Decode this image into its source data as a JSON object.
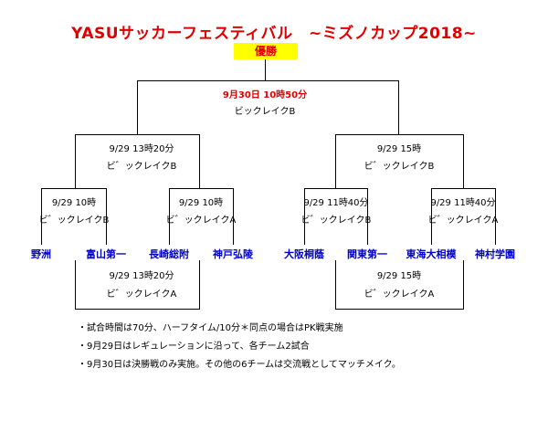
{
  "title": "YASUサッカーフェスティバル　~ミズノカップ2018~",
  "champion": "優勝",
  "final": {
    "datetime": "9月30日 10時50分",
    "venue": "ビックレイクB"
  },
  "semis": [
    {
      "datetime": "9/29 13時20分",
      "venue": "ビ゛ックレイクB"
    },
    {
      "datetime": "9/29 15時",
      "venue": "ビ゛ックレイクB"
    }
  ],
  "quarters": [
    {
      "datetime": "9/29 10時",
      "venue": "ビ゛ックレイクB"
    },
    {
      "datetime": "9/29 10時",
      "venue": "ビ゛ックレイクA"
    },
    {
      "datetime": "9/29 11時40分",
      "venue": "ビ゛ックレイクB"
    },
    {
      "datetime": "9/29 11時40分",
      "venue": "ビ゛ックレイクA"
    }
  ],
  "teams": [
    "野洲",
    "富山第一",
    "長崎総附",
    "神戸弘陵",
    "大阪桐蔭",
    "関東第一",
    "東海大相模",
    "神村学園"
  ],
  "exchange": [
    {
      "datetime": "9/29 13時20分",
      "venue": "ビ゛ックレイクA"
    },
    {
      "datetime": "9/29 15時",
      "venue": "ビ゛ックレイクA"
    }
  ],
  "notes": [
    "・試合時間は70分、ハーフタイム/10分＊同点の場合はPK戦実施",
    "・9月29日はレギュレーションに沿って、各チーム2試合",
    "・9月30日は決勝戦のみ実施。その他の6チームは交流戦としてマッチメイク。"
  ]
}
